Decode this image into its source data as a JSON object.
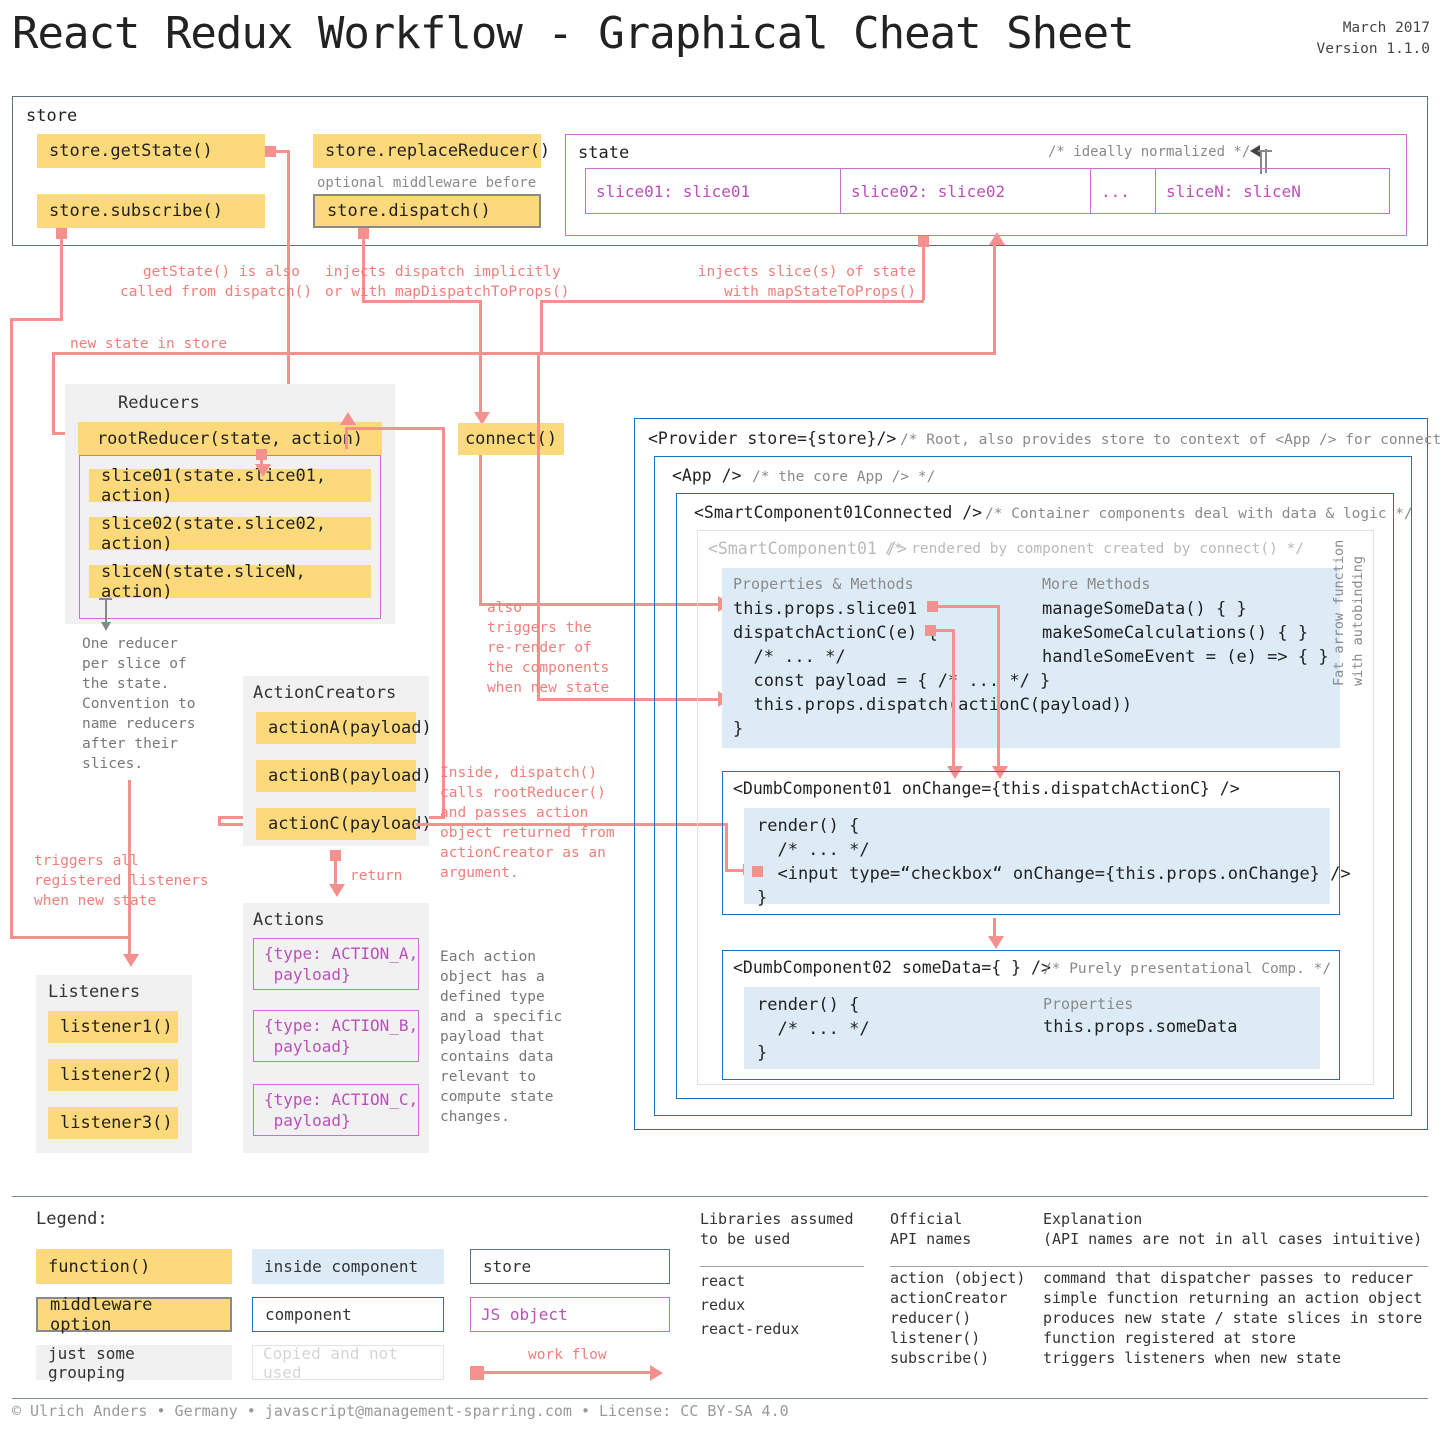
{
  "header": {
    "title": "React Redux Workflow - Graphical Cheat Sheet",
    "date": "March 2017",
    "version": "Version 1.1.0"
  },
  "store": {
    "label": "store",
    "get_state": "store.getState()",
    "subscribe": "store.subscribe()",
    "replace_reducer": "store.replaceReducer()",
    "middleware_note": "optional middleware before",
    "dispatch": "store.dispatch()",
    "state": {
      "label": "state",
      "comment": "/* ideally normalized */",
      "slices": [
        "slice01: slice01",
        "slice02: slice02",
        "...",
        "sliceN: sliceN"
      ]
    }
  },
  "notes": {
    "get_state_also": "getState() is also\ncalled from dispatch()",
    "injects_dispatch": "injects dispatch implicitly\nor with mapDispatchToProps()",
    "injects_slices": "injects slice(s) of state\nwith mapStateToProps()",
    "new_state_in_store": "new state in store",
    "one_reducer": "One reducer\nper slice of\nthe state.\nConvention to\nname reducers\nafter their\nslices.",
    "triggers_listeners": "triggers all\nregistered listeners\nwhen new state",
    "also_triggers": "also\ntriggers the\nre-render of\nthe components\nwhen new state",
    "inside_dispatch": "Inside, dispatch()\ncalls rootReducer()\nand passes action\nobject returned from\nactionCreator as an\nargument.",
    "each_action": "Each action\nobject has a\ndefined type\nand a specific\npayload that\ncontains data\nrelevant to\ncompute state\nchanges.",
    "return": "return",
    "fat_arrow": "Fat arrow function",
    "autobinding": "with autobinding"
  },
  "reducers": {
    "label": "Reducers",
    "root": "rootReducer(state, action)",
    "slices": [
      "slice01(state.slice01, action)",
      "slice02(state.slice02, action)",
      "sliceN(state.sliceN, action)"
    ]
  },
  "connect": {
    "label": "connect()"
  },
  "action_creators": {
    "label": "ActionCreators",
    "items": [
      "actionA(payload)",
      "actionB(payload)",
      "actionC(payload)"
    ]
  },
  "actions": {
    "label": "Actions",
    "items": [
      "{type: ACTION_A,\n payload}",
      "{type: ACTION_B,\n payload}",
      "{type: ACTION_C,\n payload}"
    ]
  },
  "listeners": {
    "label": "Listeners",
    "items": [
      "listener1()",
      "listener2()",
      "listener3()"
    ]
  },
  "tree": {
    "provider": "<Provider store={store}/>",
    "provider_comment": "/* Root, also provides store to context of <App /> for connect() */",
    "app": "<App />",
    "app_comment": "/* the core App /> */",
    "smart_connected": "<SmartComponent01Connected />",
    "smart_connected_comment": "/* Container components deal with data & logic */",
    "smart": "<SmartComponent01 />",
    "smart_comment": "/* rendered by component created by connect() */",
    "props_methods_header": "Properties & Methods",
    "more_methods_header": "More Methods",
    "props_methods": "this.props.slice01\ndispatchActionC(e) {\n  /* ... */\n  const payload = { /* ... */ }\n  this.props.dispatch(actionC(payload))\n}",
    "more_methods": "manageSomeData() { }\nmakeSomeCalculations() { }\nhandleSomeEvent = (e) => { }",
    "dumb01": "<DumbComponent01 onChange={this.dispatchActionC} />",
    "dumb01_body": "render() {\n  /* ... */\n  <input type=“checkbox“ onChange={this.props.onChange} />\n}",
    "dumb02": "<DumbComponent02 someData={ } />",
    "dumb02_comment": "/* Purely presentational Comp. */",
    "dumb02_body": "render() {\n  /* ... */\n}",
    "dumb02_props_header": "Properties",
    "dumb02_props": "this.props.someData"
  },
  "legend": {
    "title": "Legend:",
    "function": "function()",
    "middleware": "middleware option",
    "grouping": "just some grouping",
    "inside_component": "inside component",
    "component": "component",
    "copied": "Copied and not used",
    "store": "store",
    "js_object": "JS object",
    "work_flow": "work flow",
    "libs_header": "Libraries assumed\nto be used",
    "libs": [
      "react",
      "redux",
      "react-redux"
    ],
    "api_header_1": "Official\nAPI names",
    "api_header_2": "Explanation\n(API names are not in all cases intuitive)",
    "api_rows": [
      {
        "name": "action (object)",
        "desc": "command that dispatcher passes to reducer"
      },
      {
        "name": "actionCreator",
        "desc": "simple function returning an action object"
      },
      {
        "name": "reducer()",
        "desc": "produces new state / state slices in store"
      },
      {
        "name": "listener()",
        "desc": "function registered at store"
      },
      {
        "name": "subscribe()",
        "desc": "triggers listeners when new state"
      }
    ]
  },
  "footer": "© Ulrich Anders • Germany • javascript@management-sparring.com • License: CC BY-SA 4.0",
  "colors": {
    "function_yellow": "#FCD97B",
    "js_object_purple": "#CC6ECC",
    "store_slate": "#5A7184",
    "component_blue": "#1F6FC4",
    "inside_component_blue": "#DDEBF7",
    "flow_salmon": "#F4918E",
    "note_red": "#EE7F7C",
    "group_gray": "#F1F1F1"
  }
}
